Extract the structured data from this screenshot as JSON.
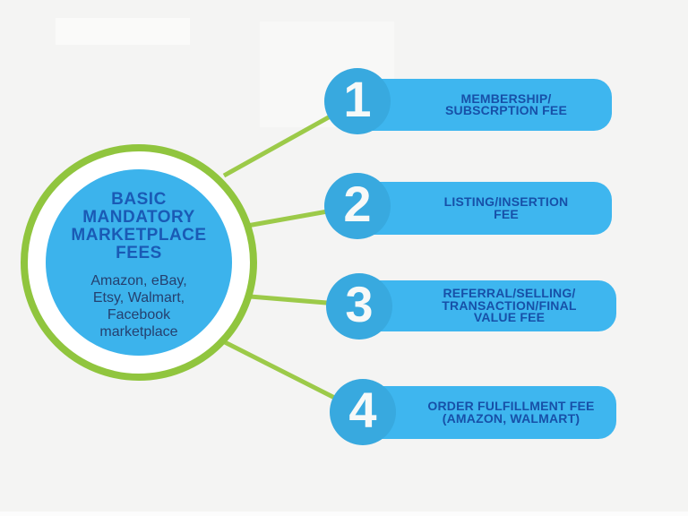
{
  "central": {
    "title": "BASIC\nMANDATORY\nMARKETPLACE\nFEES",
    "subtitle": "Amazon, eBay,\nEtsy, Walmart,\nFacebook\nmarketplace"
  },
  "items": [
    {
      "number": "1",
      "label": "MEMBERSHIP/\nSUBSCRPTION FEE"
    },
    {
      "number": "2",
      "label": "LISTING/INSERTION\nFEE"
    },
    {
      "number": "3",
      "label": "REFERRAL/SELLING/\nTRANSACTION/FINAL\nVALUE FEE"
    },
    {
      "number": "4",
      "label": "ORDER FULFILLMENT FEE\n(AMAZON, WALMART)"
    }
  ],
  "colors": {
    "background": "#f4f4f3",
    "accent_green": "#90c53e",
    "connector_green": "#9cca49",
    "pill_blue": "#3eb6ef",
    "badge_blue": "#38a9df",
    "central_blue": "#3cb3ec",
    "title_blue": "#1a5ab5",
    "subtitle_navy": "#25406f",
    "pill_text_blue": "#1750a8",
    "number_white": "#f7f9f8"
  }
}
